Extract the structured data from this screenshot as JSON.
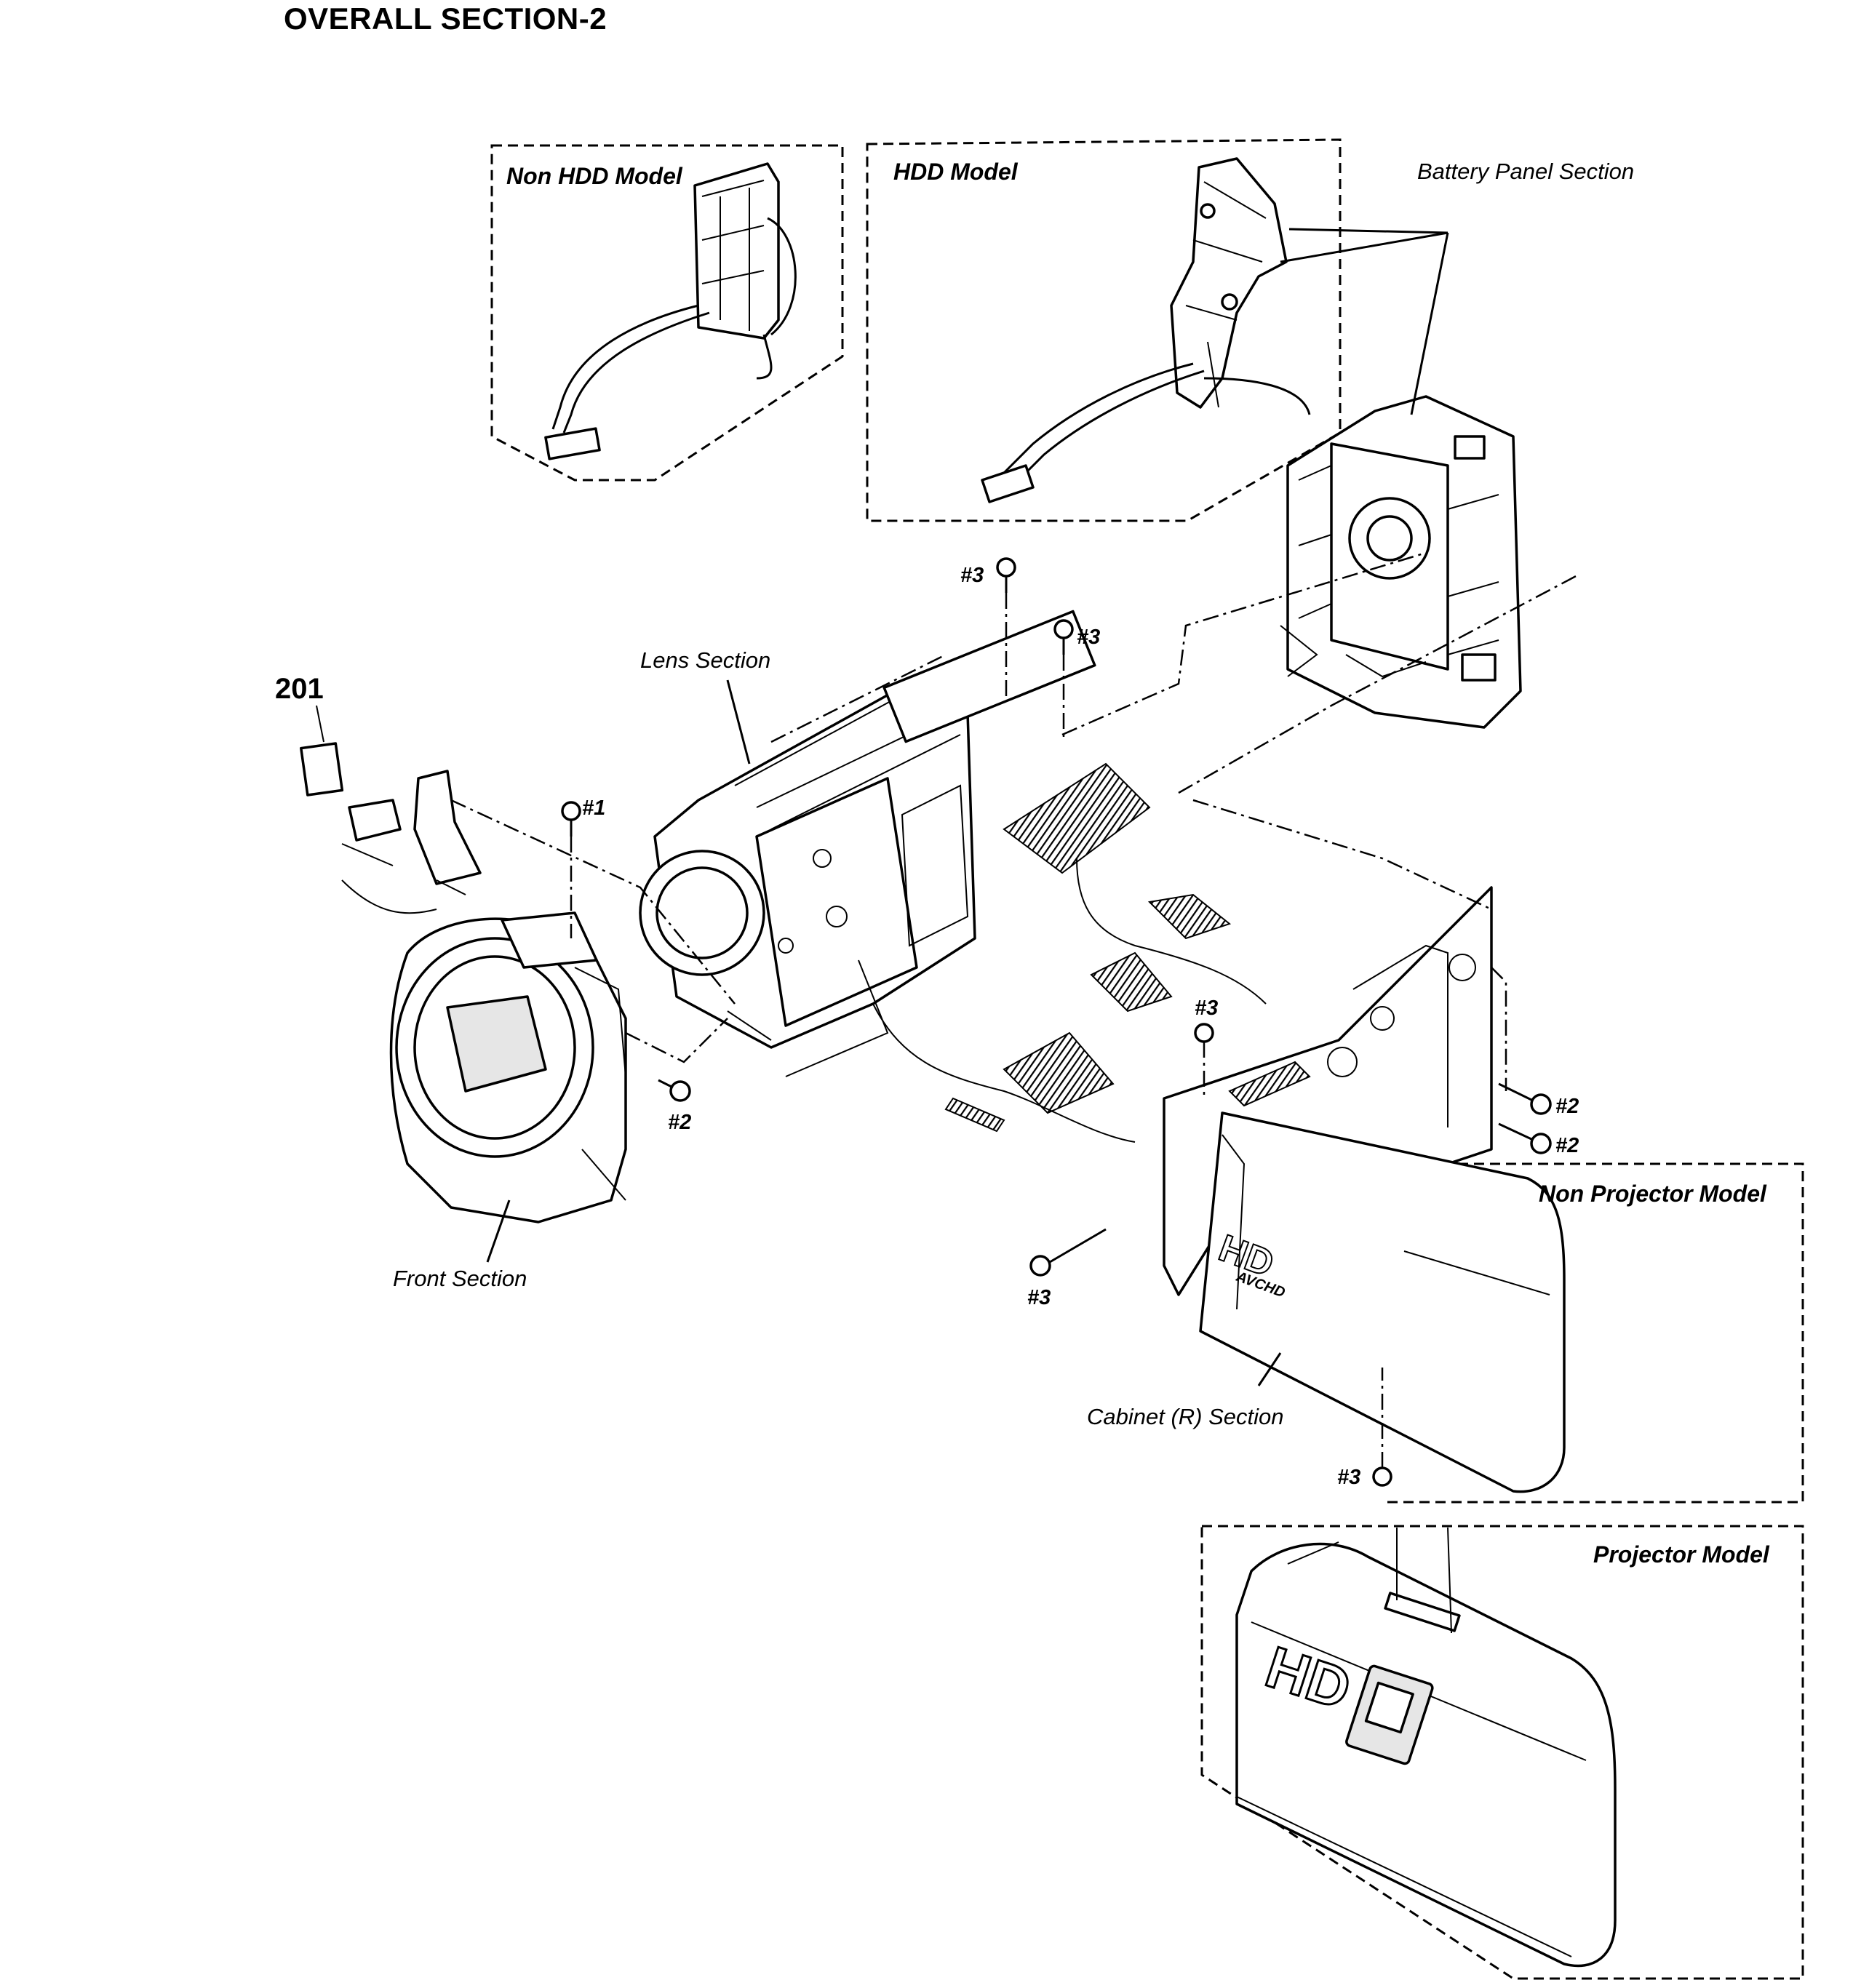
{
  "title": "OVERALL SECTION-2",
  "labels": {
    "non_hdd_model": "Non HDD Model",
    "hdd_model": "HDD Model",
    "battery_panel_section": "Battery Panel Section",
    "lens_section": "Lens Section",
    "front_section": "Front Section",
    "cabinet_r_section": "Cabinet (R) Section",
    "non_projector_model": "Non Projector Model",
    "projector_model": "Projector Model",
    "part_201": "201"
  },
  "screws": {
    "s1": "#1",
    "s2_front": "#2",
    "s2_right_a": "#2",
    "s2_right_b": "#2",
    "s3_top_a": "#3",
    "s3_top_b": "#3",
    "s3_mid": "#3",
    "s3_left": "#3",
    "s3_bottom": "#3"
  },
  "cabinet_marks": {
    "hd": "HD",
    "avchd": "AVCHD"
  }
}
